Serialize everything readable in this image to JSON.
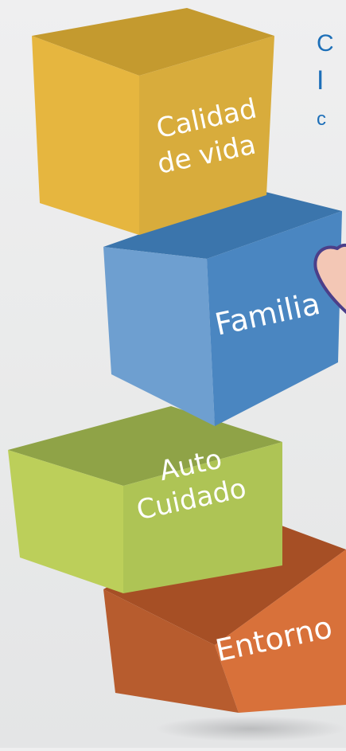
{
  "cubes": [
    {
      "id": "entorno",
      "lines": [
        "Entorno"
      ],
      "colors": {
        "front": "#d8713a",
        "side": "#b75c2e",
        "top": "#a64f25"
      }
    },
    {
      "id": "autocuidado",
      "lines": [
        "Auto",
        "Cuidado"
      ],
      "colors": {
        "front": "#aec455",
        "side": "#bccf5a",
        "top": "#8fa347"
      }
    },
    {
      "id": "familia",
      "lines": [
        "Familia"
      ],
      "colors": {
        "front": "#4a86c1",
        "side": "#6e9fd0",
        "top": "#3b75ac"
      }
    },
    {
      "id": "calidad",
      "lines": [
        "Calidad",
        "de vida"
      ],
      "colors": {
        "front": "#d8ac3c",
        "side": "#e6b63f",
        "top": "#c49a2f"
      }
    }
  ],
  "edge_text": {
    "line1": "C",
    "line2": "I",
    "line3": "c"
  },
  "heart_colors": {
    "fill": "#f3c7b5",
    "outline": "#4b3f8a"
  }
}
